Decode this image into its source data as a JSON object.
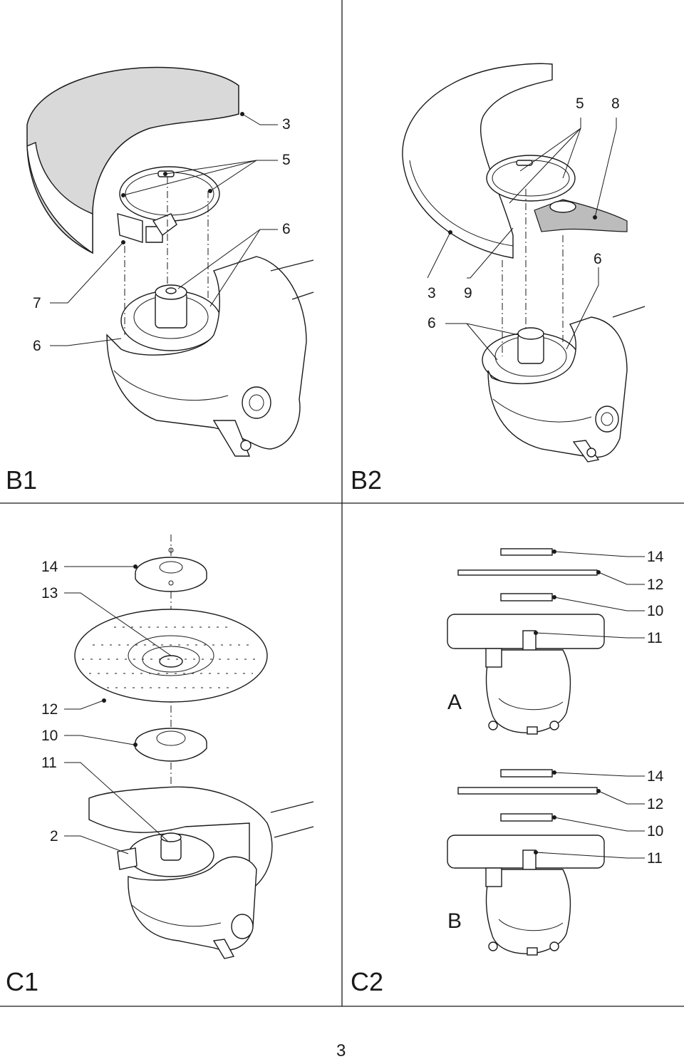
{
  "panels": {
    "B1": {
      "label": "B1",
      "callouts": [
        "3",
        "5",
        "6",
        "7",
        "6"
      ]
    },
    "B2": {
      "label": "B2",
      "callouts": [
        "5",
        "8",
        "6",
        "3",
        "9",
        "6"
      ]
    },
    "C1": {
      "label": "C1",
      "callouts": [
        "14",
        "13",
        "12",
        "10",
        "11",
        "2"
      ]
    },
    "C2": {
      "label": "C2",
      "sub_a": "A",
      "sub_b": "B",
      "callouts_a": [
        "14",
        "12",
        "10",
        "11"
      ],
      "callouts_b": [
        "14",
        "12",
        "10",
        "11"
      ]
    }
  },
  "page_number": "3"
}
